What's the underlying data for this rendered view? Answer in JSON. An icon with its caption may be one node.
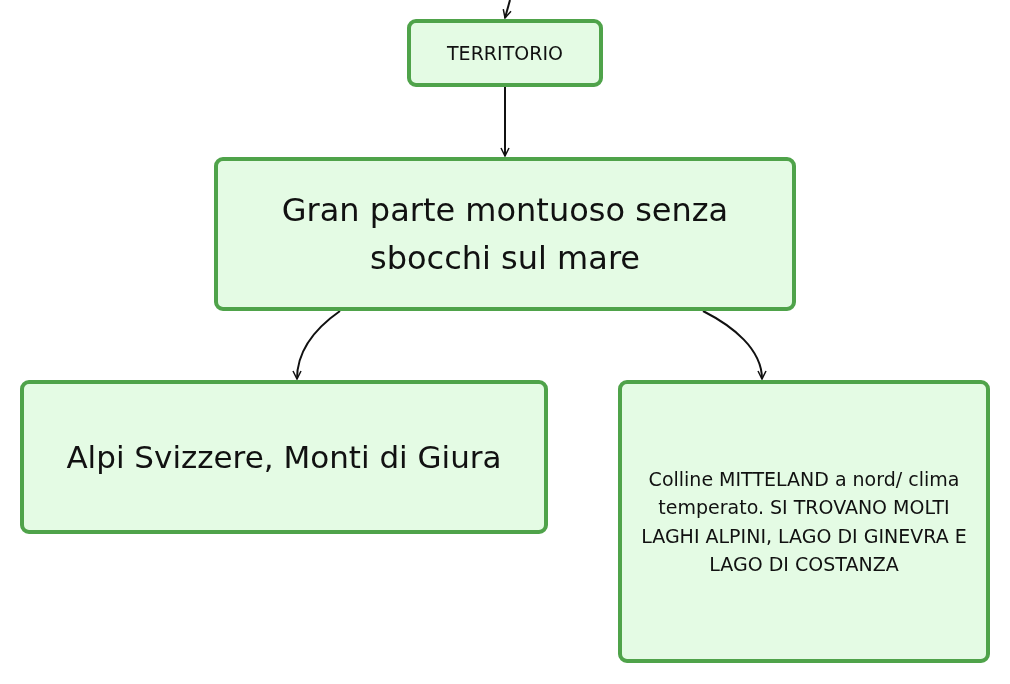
{
  "diagram": {
    "nodes": [
      {
        "text": [
          "TERRITORIO"
        ]
      },
      {
        "text": [
          "Gran parte montuoso senza sbocchi sul mare"
        ]
      },
      {
        "text": [
          "Alpi Svizzere, Monti di Giura"
        ]
      },
      {
        "text": [
          "Colline MITTELAND a nord/ clima temperato. SI TROVANO MOLTI LAGHI ALPINI, LAGO DI GINEVRA E LAGO DI COSTANZA"
        ]
      }
    ],
    "edges": [
      {
        "from": null,
        "to": 0,
        "arrow": "to"
      },
      {
        "from": 0,
        "to": 1,
        "arrow": "to"
      },
      {
        "from": 1,
        "to": 2,
        "arrow": "to"
      },
      {
        "from": 1,
        "to": 3,
        "arrow": "to"
      }
    ]
  }
}
